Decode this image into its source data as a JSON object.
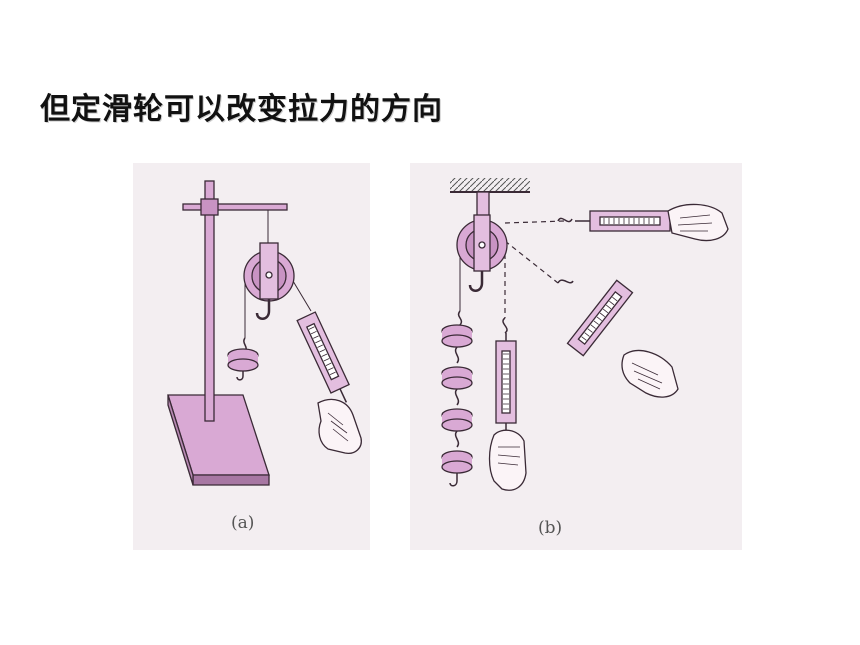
{
  "title": "但定滑轮可以改变拉力的方向",
  "figures": [
    {
      "caption": "(a)"
    },
    {
      "caption": "(b)"
    }
  ],
  "colors": {
    "metal": "#d9a9d4",
    "metal_dark": "#a777a3",
    "outline": "#3a2a36",
    "ceiling": "#8d8d8d"
  }
}
